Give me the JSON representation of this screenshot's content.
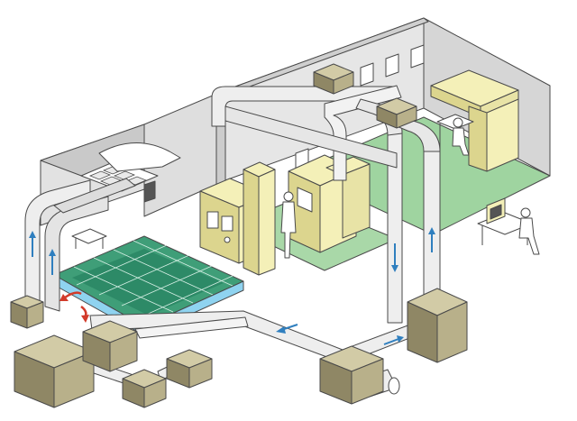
{
  "diagram": {
    "palette": {
      "wall_light": "#e8e8e8",
      "wall_mid": "#d4d4d4",
      "wall_dark": "#bfbfbf",
      "floor_green": "#9fd4a0",
      "floor_green_dark": "#1f7a5a",
      "floor_green_mid": "#3f9e78",
      "water_blue": "#8fd3f0",
      "duct": "#eeeeee",
      "duct_shade": "#cfcfcf",
      "equipment_yellow": "#f4f0b8",
      "equipment_yellow_dark": "#dcd58e",
      "unit_olive": "#b8b08a",
      "unit_olive_dark": "#8f8765",
      "unit_olive_top": "#d2cba6",
      "arrow_blue": "#2f7fbf",
      "arrow_red": "#d23a2a",
      "outline": "#4a4a4a"
    },
    "icons": [
      "air-handling-unit",
      "fan-filter-unit",
      "supply-air-duct",
      "return-air-duct",
      "airflow-arrow",
      "cleanroom-grid-floor",
      "worker-figure",
      "process-equipment",
      "workstation",
      "computer-desk"
    ]
  }
}
